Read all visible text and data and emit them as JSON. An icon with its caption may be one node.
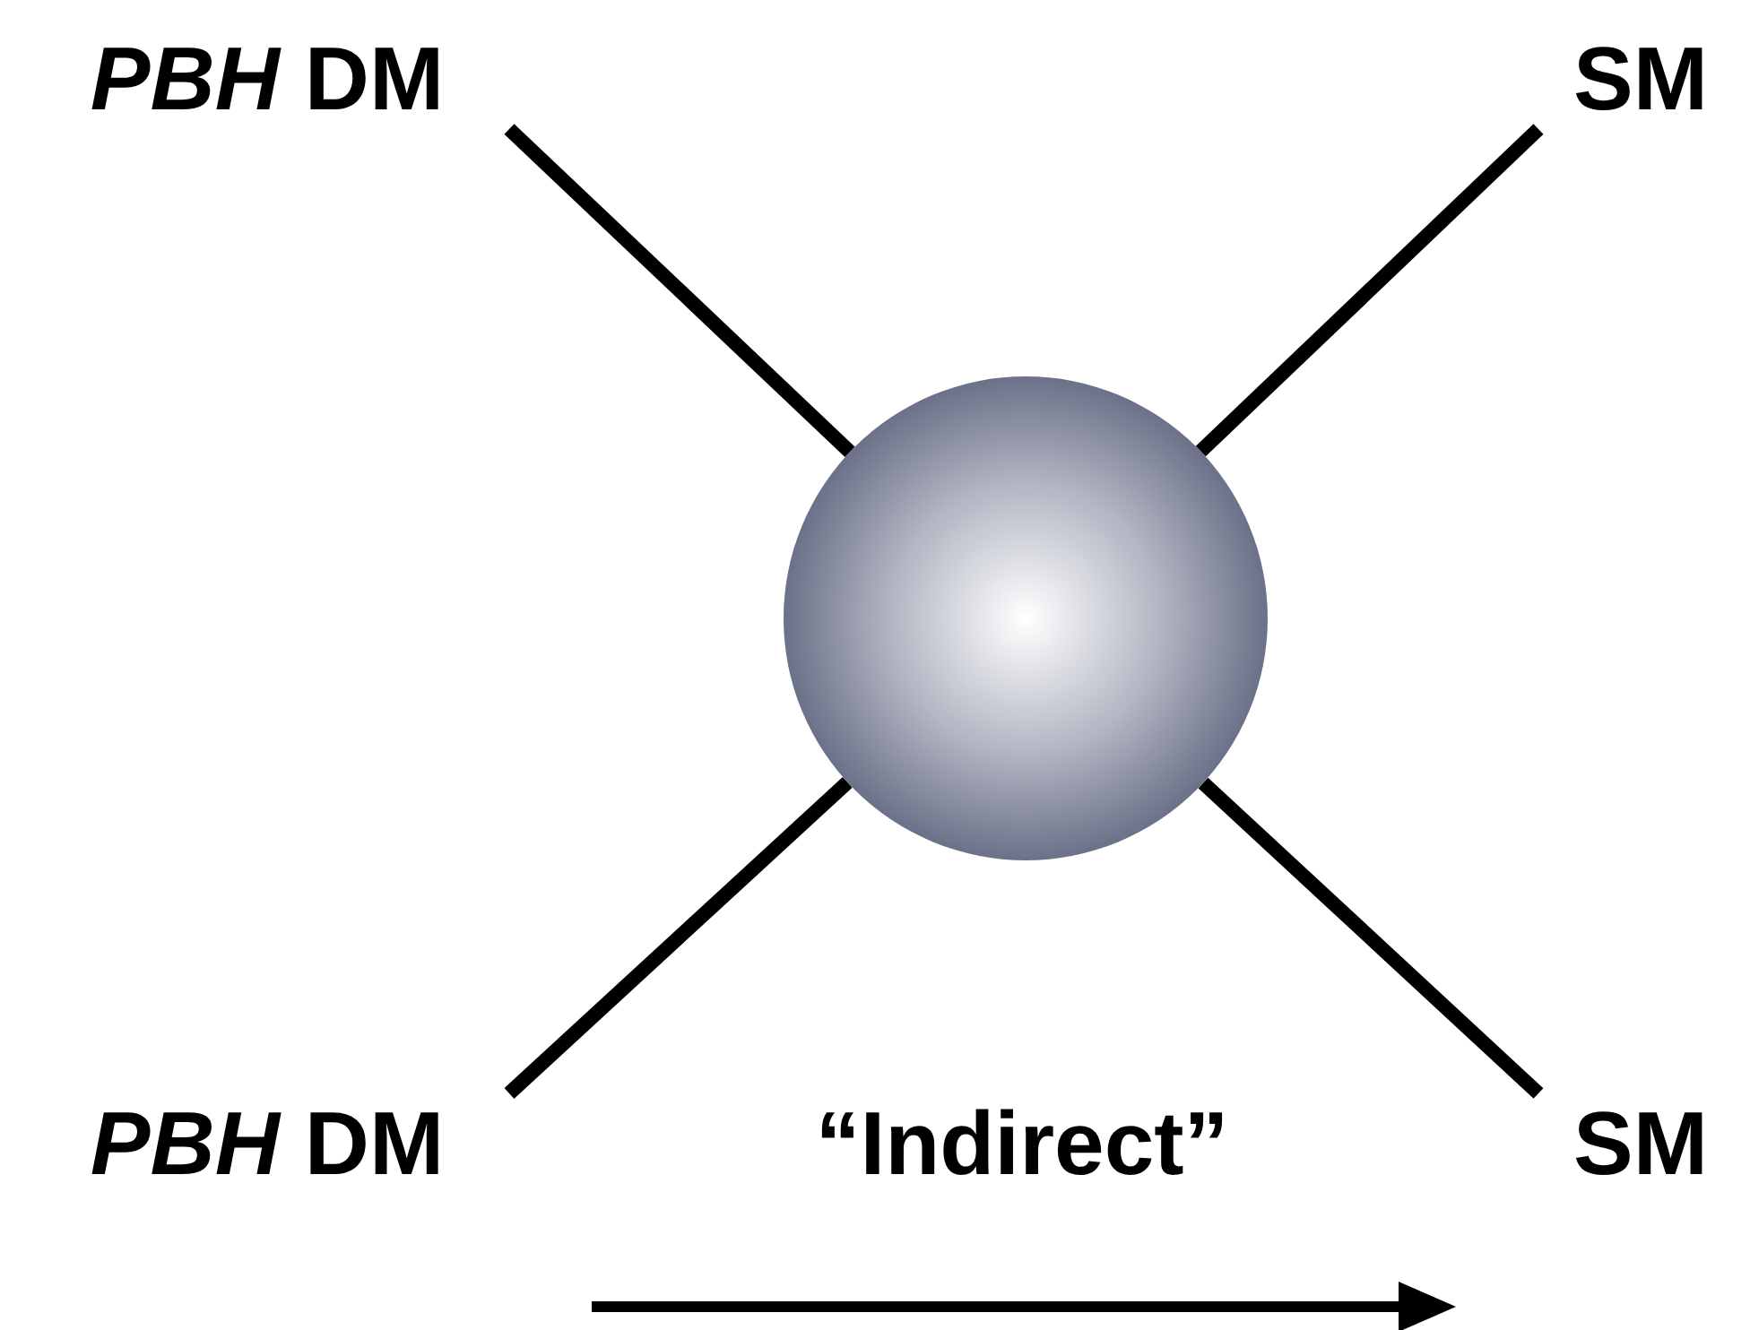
{
  "diagram": {
    "nodes": [
      {
        "text": [
          "*PBH* DM"
        ]
      },
      {
        "text": [
          "SM"
        ]
      },
      {
        "text": [],
        "shape": "circle"
      },
      {
        "text": [
          "*PBH* DM"
        ]
      },
      {
        "text": [
          "SM"
        ]
      }
    ],
    "edges": [
      {
        "from": 0,
        "to": 2,
        "arrow": "none"
      },
      {
        "from": 1,
        "to": 2,
        "arrow": "none"
      },
      {
        "from": 3,
        "to": 2,
        "arrow": "none"
      },
      {
        "from": 4,
        "to": 2,
        "arrow": "none"
      }
    ],
    "labels": [
      "“Indirect”"
    ]
  }
}
